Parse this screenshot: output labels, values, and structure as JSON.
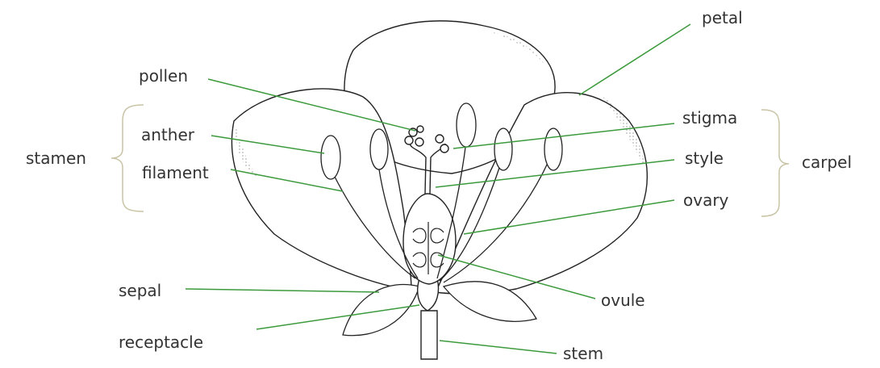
{
  "diagram": {
    "labels": {
      "petal": "petal",
      "pollen": "pollen",
      "stigma": "stigma",
      "anther": "anther",
      "stamen": "stamen",
      "filament": "filament",
      "style": "style",
      "carpel": "carpel",
      "ovary": "ovary",
      "sepal": "sepal",
      "ovule": "ovule",
      "receptacle": "receptacle",
      "stem": "stem"
    },
    "colors": {
      "leader_line": "#3c9a3c",
      "bracket": "#c9c4a6",
      "outline": "#222222",
      "text": "#333333"
    }
  }
}
